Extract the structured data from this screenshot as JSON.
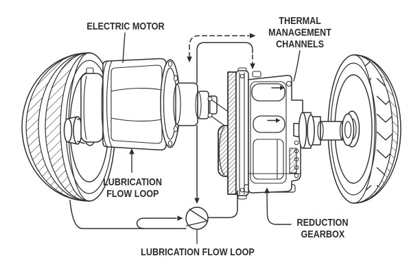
{
  "colors": {
    "background": "#ffffff",
    "line": "#2e2e2e",
    "text": "#2b2b2b"
  },
  "labels": {
    "electric_motor": "ELECTRIC MOTOR",
    "thermal_management": {
      "line1": "THERMAL",
      "line2": "MANAGEMENT",
      "line3": "CHANNELS"
    },
    "lubrication_left": {
      "line1": "LUBRICATION",
      "line2": "FLOW LOOP"
    },
    "lubrication_bottom": "LUBRICATION FLOW LOOP",
    "reduction_gearbox": {
      "line1": "REDUCTION",
      "line2": "GEARBOX"
    }
  },
  "parts": {
    "left_wheel": "left-wheel",
    "right_wheel": "right-wheel",
    "electric_motor": "electric-motor-drawing",
    "reduction_gearbox": "reduction-gearbox-drawing",
    "oil_pump": "oil-pump-symbol",
    "thermal_flow": "dashed-coolant-flow-arrows",
    "lubrication_flow": "solid-lubrication-flow-arrows"
  }
}
